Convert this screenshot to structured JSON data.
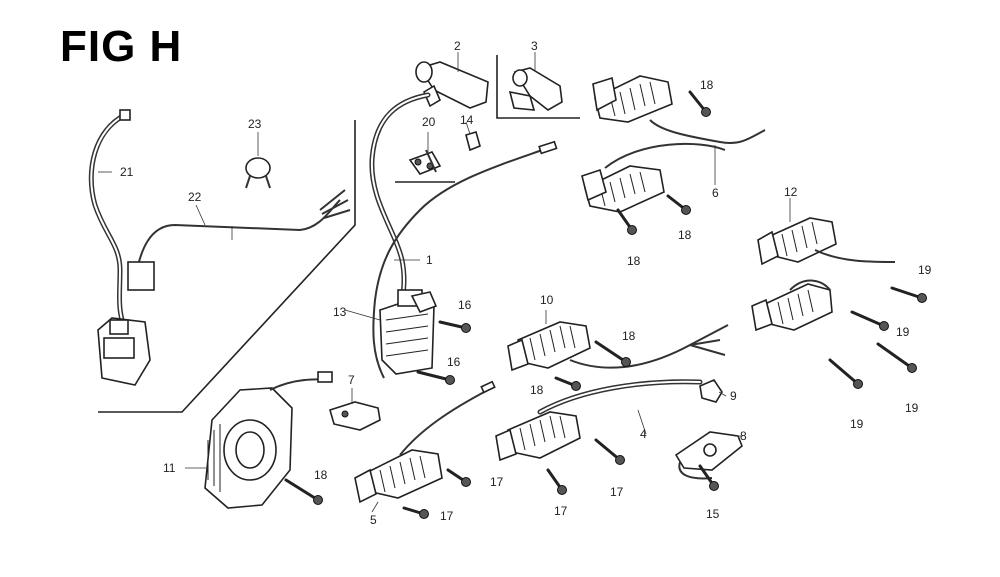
{
  "figure": {
    "title": "FIG H"
  },
  "callouts": [
    {
      "id": "1",
      "label": "1"
    },
    {
      "id": "2",
      "label": "2"
    },
    {
      "id": "3",
      "label": "3"
    },
    {
      "id": "4",
      "label": "4"
    },
    {
      "id": "5",
      "label": "5"
    },
    {
      "id": "6",
      "label": "6"
    },
    {
      "id": "7",
      "label": "7"
    },
    {
      "id": "8",
      "label": "8"
    },
    {
      "id": "9",
      "label": "9"
    },
    {
      "id": "10",
      "label": "10"
    },
    {
      "id": "11",
      "label": "11"
    },
    {
      "id": "12",
      "label": "12"
    },
    {
      "id": "13",
      "label": "13"
    },
    {
      "id": "14",
      "label": "14"
    },
    {
      "id": "15",
      "label": "15"
    },
    {
      "id": "16a",
      "label": "16"
    },
    {
      "id": "16b",
      "label": "16"
    },
    {
      "id": "17a",
      "label": "17"
    },
    {
      "id": "17b",
      "label": "17"
    },
    {
      "id": "17c",
      "label": "17"
    },
    {
      "id": "17d",
      "label": "17"
    },
    {
      "id": "18a",
      "label": "18"
    },
    {
      "id": "18b",
      "label": "18"
    },
    {
      "id": "18c",
      "label": "18"
    },
    {
      "id": "18d",
      "label": "18"
    },
    {
      "id": "18e",
      "label": "18"
    },
    {
      "id": "18f",
      "label": "18"
    },
    {
      "id": "19a",
      "label": "19"
    },
    {
      "id": "19b",
      "label": "19"
    },
    {
      "id": "19c",
      "label": "19"
    },
    {
      "id": "19d",
      "label": "19"
    },
    {
      "id": "20",
      "label": "20"
    },
    {
      "id": "21",
      "label": "21"
    },
    {
      "id": "22",
      "label": "22"
    },
    {
      "id": "23",
      "label": "23"
    }
  ]
}
